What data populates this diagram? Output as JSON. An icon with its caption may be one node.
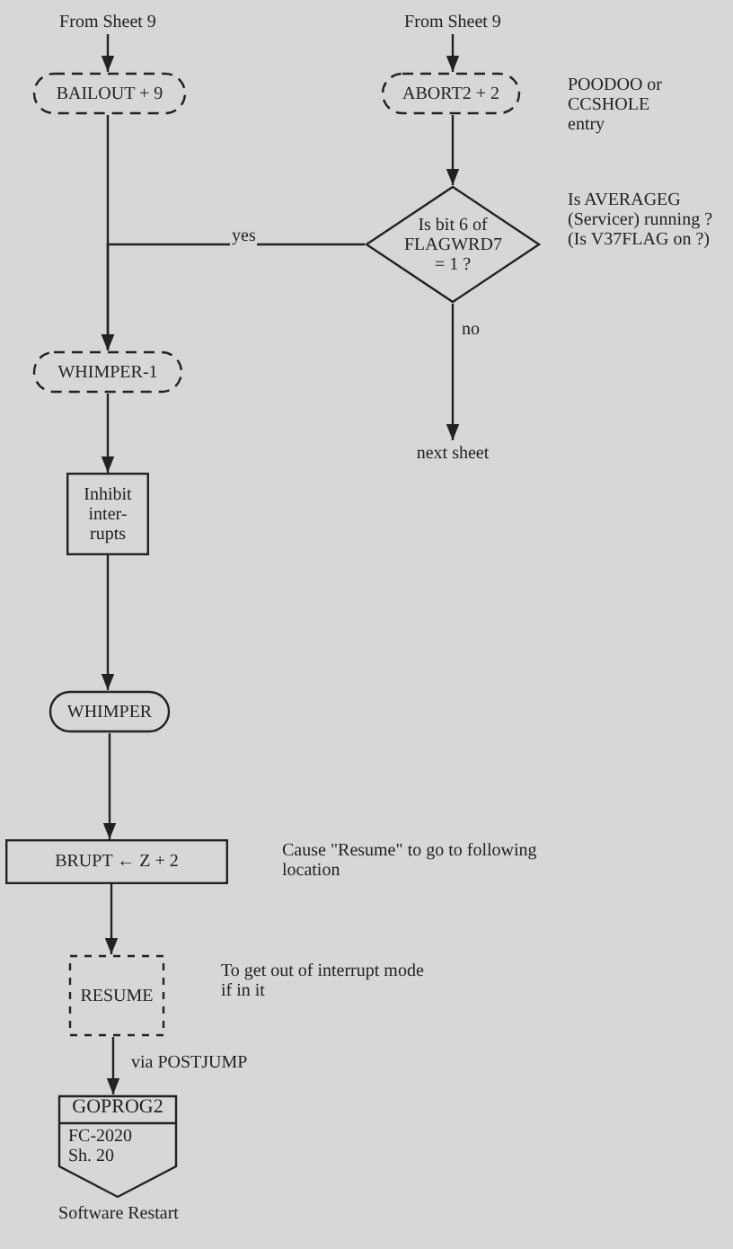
{
  "diagram": {
    "nodes": [
      {
        "text": [
          "From Sheet 9"
        ]
      },
      {
        "text": [
          "From Sheet 9"
        ]
      },
      {
        "text": [
          "BAILOUT + 9"
        ]
      },
      {
        "text": [
          "ABORT2 + 2"
        ],
        "beside": [
          "POODOO or CCSHOLE entry"
        ]
      },
      {
        "text": [
          "Is bit 6 of FLAGWRD7 = 1 ?"
        ],
        "beside": [
          "Is AVERAGEG (Servicer) running ? (Is V37FLAG on ?)"
        ]
      },
      {
        "text": [
          "next sheet"
        ]
      },
      {
        "text": [
          "WHIMPER-1"
        ]
      },
      {
        "text": [
          "Inhibit inter- rupts"
        ]
      },
      {
        "text": [
          "WHIMPER"
        ]
      },
      {
        "text": [
          "BRUPT ← Z + 2"
        ],
        "beside": [
          "Cause \"Resume\" to go to following location"
        ]
      },
      {
        "text": [
          "RESUME"
        ],
        "beside": [
          "To get out of interrupt mode if in it"
        ]
      },
      {
        "text": [
          "GOPROG2",
          "FC-2020 Sh. 20"
        ],
        "beside": [
          "Software Restart"
        ]
      }
    ],
    "edges": [
      {
        "from": 0,
        "to": 2,
        "arrow": "to"
      },
      {
        "from": 1,
        "to": 3,
        "arrow": "to"
      },
      {
        "from": 3,
        "to": 4,
        "arrow": "to"
      },
      {
        "from": 2,
        "to": 6,
        "arrow": "to"
      },
      {
        "from": 4,
        "to": 6,
        "label": "yes",
        "arrow": "to"
      },
      {
        "from": 4,
        "to": 5,
        "label": "no",
        "arrow": "to"
      },
      {
        "from": 6,
        "to": 7,
        "arrow": "to"
      },
      {
        "from": 7,
        "to": 8,
        "arrow": "to"
      },
      {
        "from": 8,
        "to": 9,
        "arrow": "to"
      },
      {
        "from": 9,
        "to": 10,
        "arrow": "to"
      },
      {
        "from": 10,
        "to": 11,
        "label": "via POSTJUMP",
        "arrow": "to"
      }
    ]
  }
}
